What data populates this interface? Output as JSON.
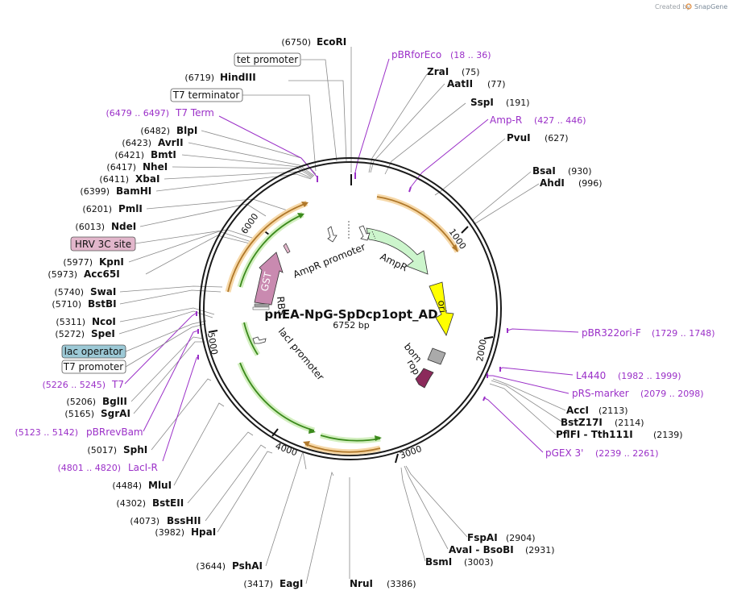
{
  "credit": "Created by",
  "brand": "SnapGene",
  "plasmid": {
    "name": "pnEA-NpG-SpDcp1opt_AD",
    "size": "6752 bp"
  },
  "ticks": [
    "1000",
    "2000",
    "3000",
    "4000",
    "5000",
    "6000"
  ],
  "enzymes": [
    {
      "name": "EcoRI",
      "pos": "(6750)"
    },
    {
      "name": "HindIII",
      "pos": "(6719)"
    },
    {
      "name": "BlpI",
      "pos": "(6482)"
    },
    {
      "name": "AvrII",
      "pos": "(6423)"
    },
    {
      "name": "BmtI",
      "pos": "(6421)"
    },
    {
      "name": "NheI",
      "pos": "(6417)"
    },
    {
      "name": "XbaI",
      "pos": "(6411)"
    },
    {
      "name": "BamHI",
      "pos": "(6399)"
    },
    {
      "name": "PmlI",
      "pos": "(6201)"
    },
    {
      "name": "NdeI",
      "pos": "(6013)"
    },
    {
      "name": "KpnI",
      "pos": "(5977)"
    },
    {
      "name": "Acc65I",
      "pos": "(5973)"
    },
    {
      "name": "SwaI",
      "pos": "(5740)"
    },
    {
      "name": "BstBI",
      "pos": "(5710)"
    },
    {
      "name": "NcoI",
      "pos": "(5311)"
    },
    {
      "name": "SpeI",
      "pos": "(5272)"
    },
    {
      "name": "BglII",
      "pos": "(5206)"
    },
    {
      "name": "SgrAI",
      "pos": "(5165)"
    },
    {
      "name": "SphI",
      "pos": "(5017)"
    },
    {
      "name": "MluI",
      "pos": "(4484)"
    },
    {
      "name": "BstEII",
      "pos": "(4302)"
    },
    {
      "name": "BssHII",
      "pos": "(4073)"
    },
    {
      "name": "HpaI",
      "pos": "(3982)"
    },
    {
      "name": "PshAI",
      "pos": "(3644)"
    },
    {
      "name": "EagI",
      "pos": "(3417)"
    },
    {
      "name": "NruI",
      "pos": "(3386)"
    },
    {
      "name": "ZraI",
      "pos": "(75)"
    },
    {
      "name": "AatII",
      "pos": "(77)"
    },
    {
      "name": "SspI",
      "pos": "(191)"
    },
    {
      "name": "PvuI",
      "pos": "(627)"
    },
    {
      "name": "BsaI",
      "pos": "(930)"
    },
    {
      "name": "AhdI",
      "pos": "(996)"
    },
    {
      "name": "AccI",
      "pos": "(2113)"
    },
    {
      "name": "BstZ17I",
      "pos": "(2114)"
    },
    {
      "name": "PflFI - Tth111I",
      "pos": "(2139)"
    },
    {
      "name": "FspAI",
      "pos": "(2904)"
    },
    {
      "name": "AvaI - BsoBI",
      "pos": "(2931)"
    },
    {
      "name": "BsmI",
      "pos": "(3003)"
    }
  ],
  "primers": [
    {
      "name": "pBRforEco",
      "pos": "(18 .. 36)"
    },
    {
      "name": "Amp-R",
      "pos": "(427 .. 446)"
    },
    {
      "name": "T7 Term",
      "pos": "(6479 .. 6497)"
    },
    {
      "name": "T7",
      "pos": "(5226 .. 5245)"
    },
    {
      "name": "pBRrevBam",
      "pos": "(5123 .. 5142)"
    },
    {
      "name": "LacI-R",
      "pos": "(4801 .. 4820)"
    },
    {
      "name": "pBR322ori-F",
      "pos": "(1729 .. 1748)"
    },
    {
      "name": "L4440",
      "pos": "(1982 .. 1999)"
    },
    {
      "name": "pRS-marker",
      "pos": "(2079 .. 2098)"
    },
    {
      "name": "pGEX 3'",
      "pos": "(2239 .. 2261)"
    }
  ],
  "boxed": {
    "tet": "tet promoter",
    "t7term": "T7 terminator",
    "hrv": "HRV 3C site",
    "lacop": "lac operator",
    "t7prom": "T7 promoter"
  },
  "features": {
    "ampr_promoter": "AmpR promoter",
    "ampr": "AmpR",
    "ori": "ori",
    "bom": "bom",
    "rop": "rop",
    "gst": "GST",
    "rbs": "RBS",
    "laci_promoter": "lacI promoter"
  },
  "colors": {
    "ampr": "#ccf5cc",
    "ori": "#ffff00",
    "gst": "#c98ab0",
    "rop": "#8b2a5b",
    "bom": "#aaaaaa",
    "primer": "#9b30c8",
    "hrv_box": "#e2b6cb",
    "lacop_box": "#9cc9d6",
    "orange_arc": "#f2b45a",
    "green_arc": "#4a9b2a"
  }
}
